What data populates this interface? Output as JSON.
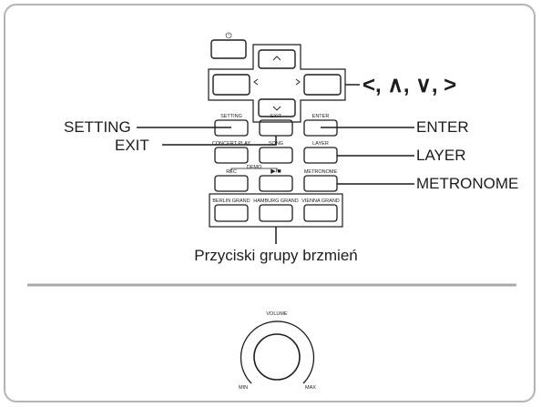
{
  "callouts": {
    "arrows": "<, ∧, ∨, >",
    "setting": "SETTING",
    "exit": "EXIT",
    "enter": "ENTER",
    "layer": "LAYER",
    "metronome": "METRONOME",
    "tone_group": "Przyciski grupy brzmień"
  },
  "panel_labels": {
    "power": "⏻",
    "setting": "SETTING",
    "exit": "EXIT",
    "enter": "ENTER",
    "concert_play": "CONCERT PLAY",
    "song": "SONG",
    "layer": "LAYER",
    "demo": "DEMO",
    "rec": "REC",
    "play_stop": "▶/■",
    "metronome": "METRONOME",
    "berlin_grand": "BERLIN GRAND",
    "hamburg_grand": "HAMBURG GRAND",
    "vienna_grand": "VIENNA GRAND",
    "volume": "VOLUME",
    "min": "MIN",
    "max": "MAX"
  },
  "colors": {
    "frame": "#b4b4b4",
    "ink": "#1c1c1c"
  }
}
